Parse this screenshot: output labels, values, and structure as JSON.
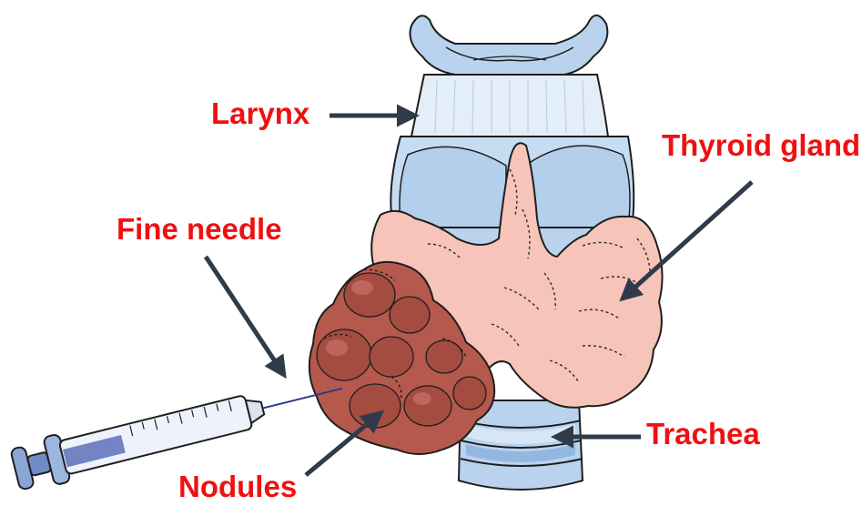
{
  "labels": {
    "larynx": "Larynx",
    "thyroid_gland": "Thyroid gland",
    "fine_needle": "Fine needle",
    "trachea": "Trachea",
    "nodules": "Nodules"
  },
  "colors": {
    "label_text": "#ee1111",
    "arrow": "#2f3a4a",
    "cartilage": "#b9d3ee",
    "cartilage_dark": "#93b8e0",
    "thyroid": "#f6c4b8",
    "nodule": "#b4594c",
    "outline": "#1e1e1e"
  }
}
